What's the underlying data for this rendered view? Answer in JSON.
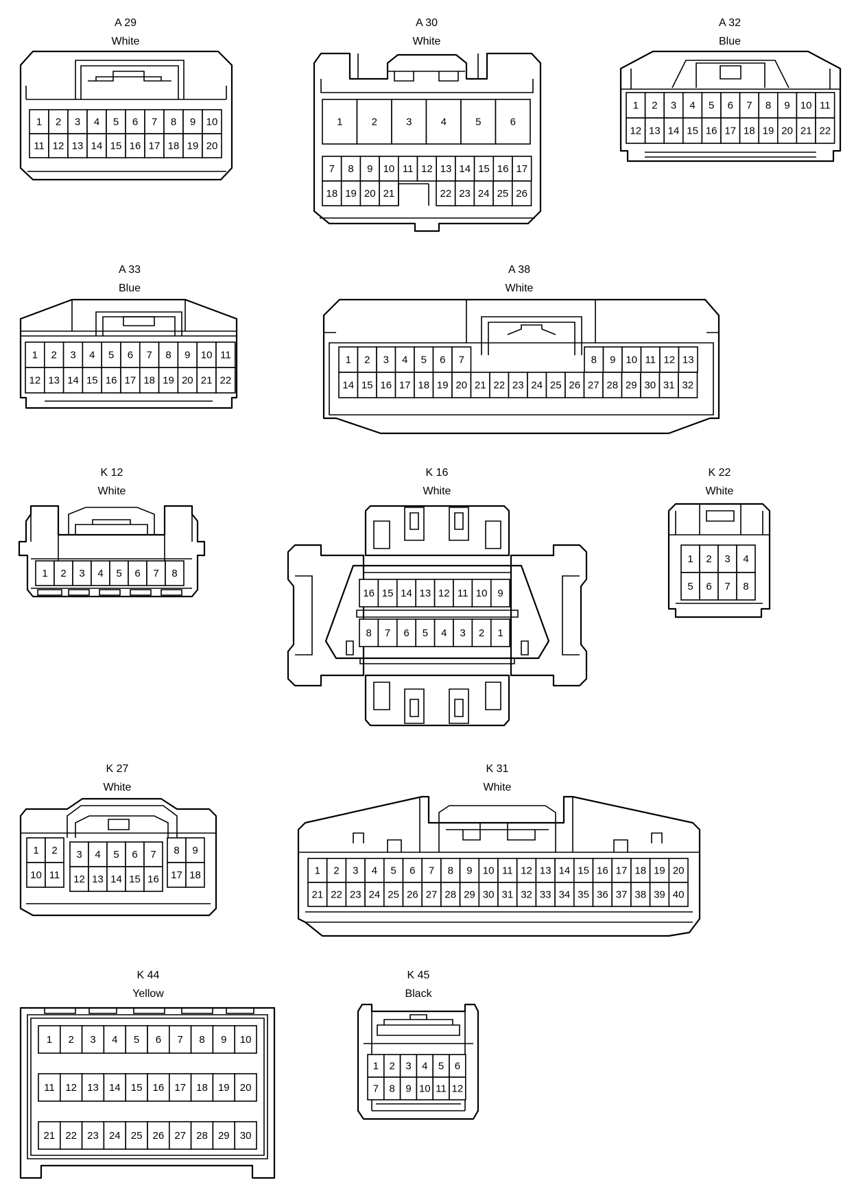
{
  "connectors": [
    {
      "id": "A 29",
      "color": "White"
    },
    {
      "id": "A 30",
      "color": "White"
    },
    {
      "id": "A 32",
      "color": "Blue"
    },
    {
      "id": "A 33",
      "color": "Blue"
    },
    {
      "id": "A 38",
      "color": "White"
    },
    {
      "id": "K 12",
      "color": "White"
    },
    {
      "id": "K 16",
      "color": "White"
    },
    {
      "id": "K 22",
      "color": "White"
    },
    {
      "id": "K 27",
      "color": "White"
    },
    {
      "id": "K 31",
      "color": "White"
    },
    {
      "id": "K 44",
      "color": "Yellow"
    },
    {
      "id": "K 45",
      "color": "Black"
    }
  ]
}
